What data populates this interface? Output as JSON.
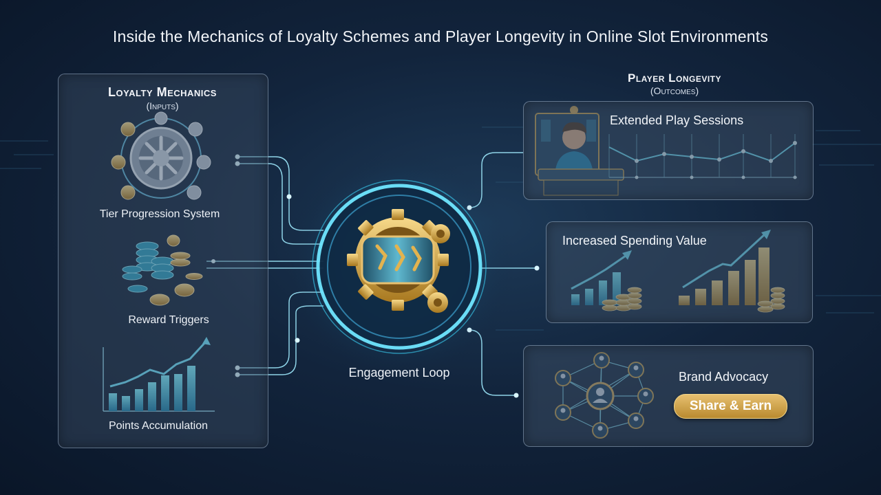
{
  "title": "Inside the Mechanics of Loyalty Schemes and Player Longevity in Online Slot Environments",
  "left": {
    "heading": "Loyalty Mechanics",
    "subheading": "(Inputs)",
    "items": [
      {
        "label": "Tier Progression System",
        "icon": "vault-wheel-icon"
      },
      {
        "label": "Reward Triggers",
        "icon": "coin-stacks-icon"
      },
      {
        "label": "Points Accumulation",
        "icon": "rising-bar-chart-icon"
      }
    ]
  },
  "center": {
    "label": "Engagement Loop",
    "icon": "slot-reel-gear-icon"
  },
  "right": {
    "heading": "Player Longevity",
    "subheading": "(Outcomes)",
    "items": [
      {
        "label": "Extended Play Sessions",
        "icon": "player-at-slot-machine-icon"
      },
      {
        "label": "Increased Spending Value",
        "icon": "growth-coins-chart-icon"
      },
      {
        "label": "Brand Advocacy",
        "icon": "social-network-icon",
        "button": "Share & Earn"
      }
    ]
  },
  "colors": {
    "accent_cyan": "#5fe0f0",
    "gold": "#e0b25a",
    "background": "#12243c"
  }
}
